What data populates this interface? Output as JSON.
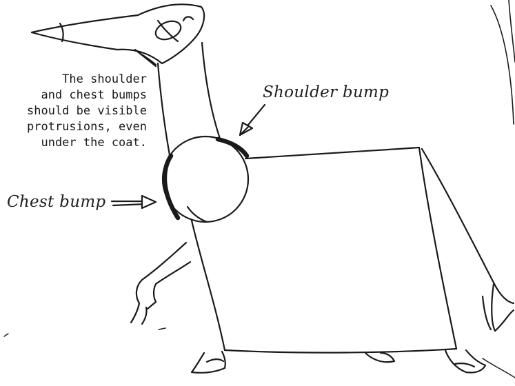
{
  "annotation_note": "The shoulder\nand chest bumps\nshould be visible\nprotrusions, even\nunder the coat.",
  "labels": {
    "shoulder": "Shoulder bump",
    "chest": "Chest bump"
  },
  "colors": {
    "ink": "#1a1a1a",
    "paper": "#ffffff"
  }
}
